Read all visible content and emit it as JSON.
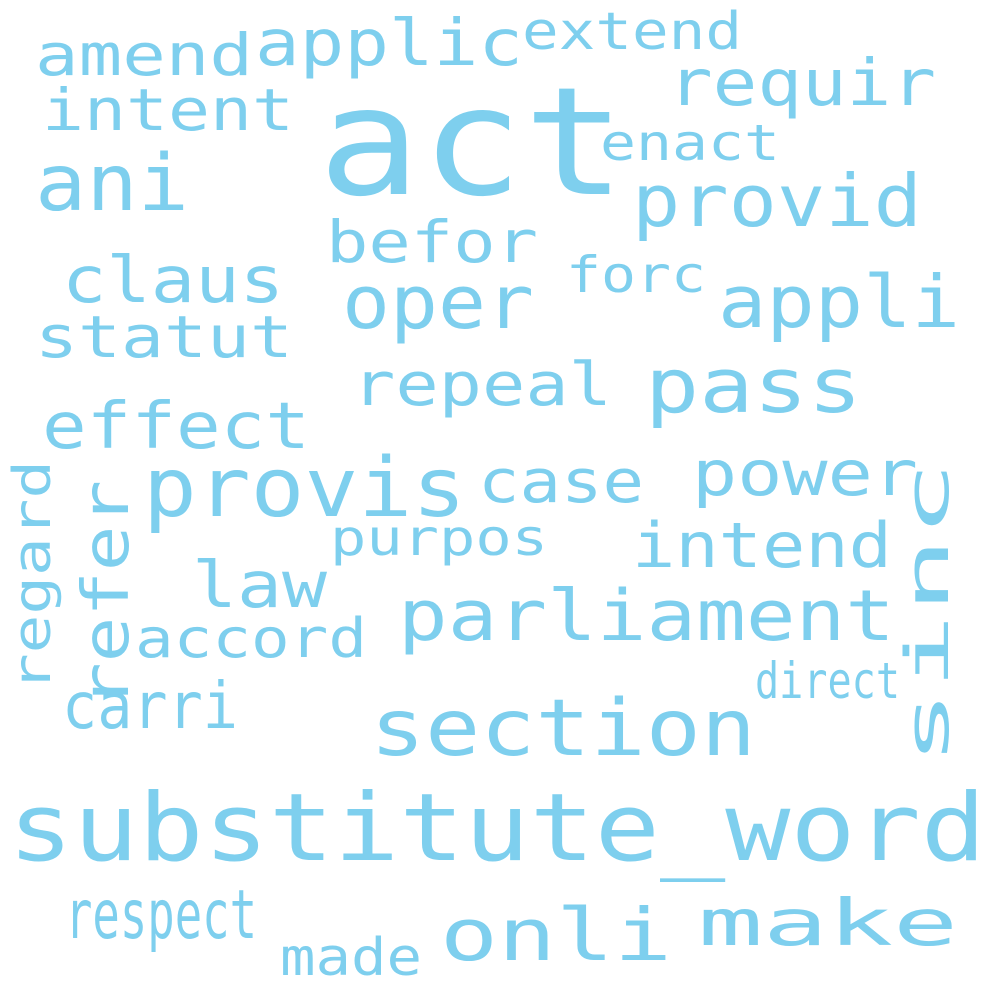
{
  "word_cloud": {
    "color": "#7ecfee",
    "background": "#ffffff",
    "words": [
      {
        "text": "act"
      },
      {
        "text": "substitute_word"
      },
      {
        "text": "provis"
      },
      {
        "text": "section"
      },
      {
        "text": "parliament"
      },
      {
        "text": "pass"
      },
      {
        "text": "oper"
      },
      {
        "text": "provid"
      },
      {
        "text": "appli"
      },
      {
        "text": "ani"
      },
      {
        "text": "applic"
      },
      {
        "text": "requir"
      },
      {
        "text": "amend"
      },
      {
        "text": "intent"
      },
      {
        "text": "extend"
      },
      {
        "text": "enact"
      },
      {
        "text": "befor"
      },
      {
        "text": "forc"
      },
      {
        "text": "claus"
      },
      {
        "text": "statut"
      },
      {
        "text": "repeal"
      },
      {
        "text": "effect"
      },
      {
        "text": "case"
      },
      {
        "text": "power"
      },
      {
        "text": "intend"
      },
      {
        "text": "purpos"
      },
      {
        "text": "law"
      },
      {
        "text": "accord"
      },
      {
        "text": "carri"
      },
      {
        "text": "direct"
      },
      {
        "text": "respect"
      },
      {
        "text": "onli"
      },
      {
        "text": "make"
      },
      {
        "text": "made"
      },
      {
        "text": "refer"
      },
      {
        "text": "regard"
      },
      {
        "text": "sinc"
      }
    ]
  }
}
